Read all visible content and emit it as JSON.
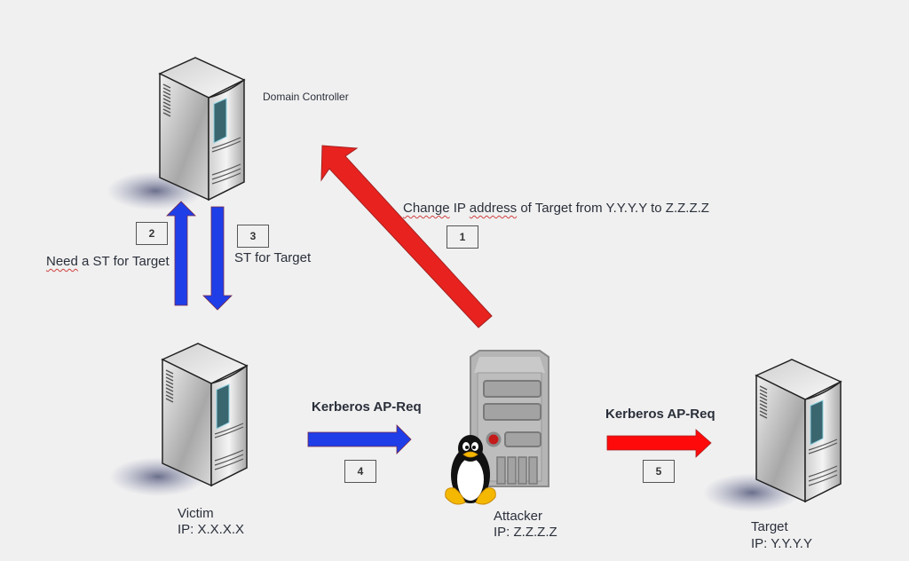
{
  "diagram": {
    "nodes": {
      "domain_controller": {
        "label": "Domain Controller",
        "icon": "tower-server-icon"
      },
      "victim": {
        "label": "Victim",
        "ip": "IP: X.X.X.X",
        "icon": "tower-server-icon"
      },
      "attacker": {
        "label": "Attacker",
        "ip": "IP: Z.Z.Z.Z",
        "icon": "linux-server-icon"
      },
      "target": {
        "label": "Target",
        "ip": "IP: Y.Y.Y.Y",
        "icon": "tower-server-icon"
      }
    },
    "steps": [
      {
        "number": "1",
        "text_parts": [
          "Change",
          " IP ",
          "address",
          " of Target from Y.Y.Y.Y to Z.Z.Z.Z"
        ],
        "color": "#e8231f",
        "from": "attacker",
        "to": "domain_controller"
      },
      {
        "number": "2",
        "text_parts": [
          "Need",
          " a ST for Target"
        ],
        "color": "#1f3ee8",
        "from": "victim",
        "to": "domain_controller"
      },
      {
        "number": "3",
        "text": "ST for Target",
        "color": "#1f3ee8",
        "from": "domain_controller",
        "to": "victim"
      },
      {
        "number": "4",
        "text": "Kerberos AP-Req",
        "color": "#1f3ee8",
        "from": "victim",
        "to": "attacker"
      },
      {
        "number": "5",
        "text": "Kerberos AP-Req",
        "color": "#ff0a0a",
        "from": "attacker",
        "to": "target"
      }
    ]
  }
}
